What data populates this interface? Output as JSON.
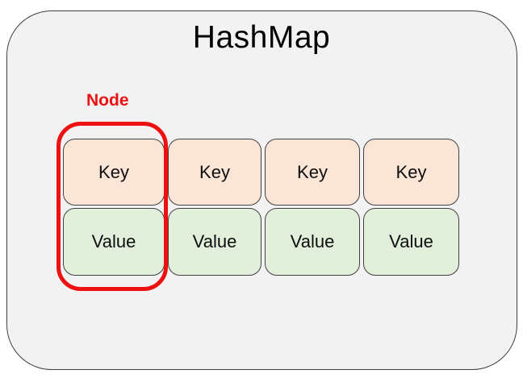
{
  "title": "HashMap",
  "node": {
    "label": "Node"
  },
  "colors": {
    "background": "#ffffff",
    "container_fill": "#f2f2f2",
    "container_border": "#404040",
    "key_fill": "#fbe5d6",
    "value_fill": "#e2efda",
    "cell_border": "#404040",
    "node_red": "#ee1111",
    "text": "#000000"
  },
  "diagram": {
    "type": "hashmap-structure",
    "description": "HashMap container holding four Key/Value pairs; the first Key/Value pair is outlined in red and labeled Node",
    "highlighted_column_index": 0,
    "columns": [
      {
        "key": "Key",
        "value": "Value"
      },
      {
        "key": "Key",
        "value": "Value"
      },
      {
        "key": "Key",
        "value": "Value"
      },
      {
        "key": "Key",
        "value": "Value"
      }
    ]
  }
}
